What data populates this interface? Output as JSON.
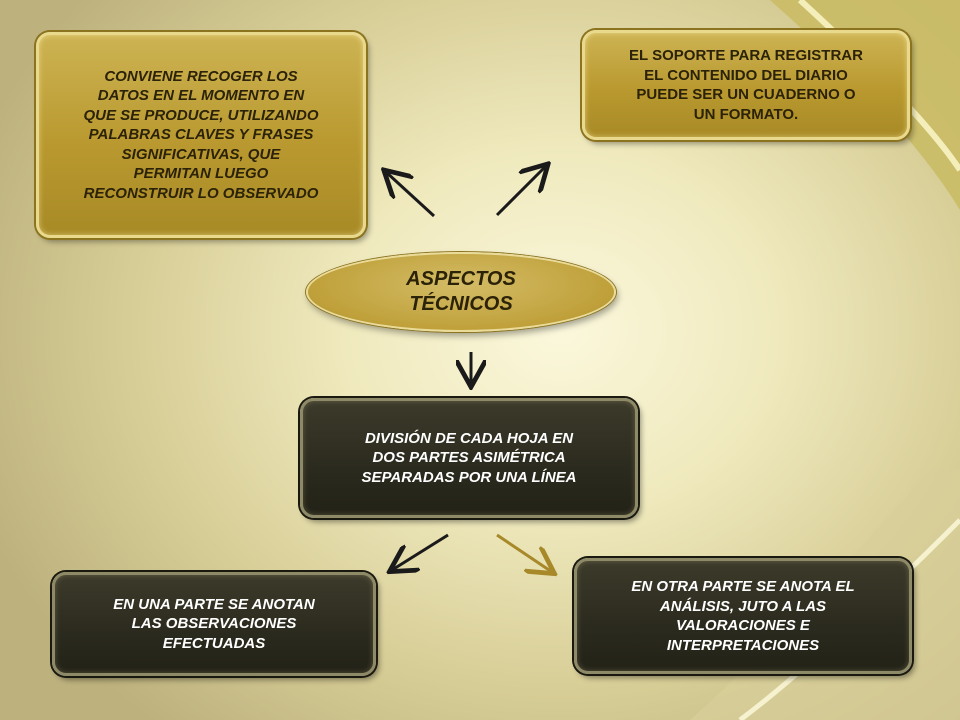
{
  "diagram": {
    "center": {
      "lines": [
        "ASPECTOS",
        "TÉCNICOS"
      ]
    },
    "top_left": {
      "lines": [
        "CONVIENE RECOGER LOS",
        "DATOS EN EL MOMENTO EN",
        "QUE SE PRODUCE, UTILIZANDO",
        "PALABRAS CLAVES Y FRASES",
        "SIGNIFICATIVAS, QUE",
        "PERMITAN LUEGO",
        "RECONSTRUIR LO OBSERVADO"
      ]
    },
    "top_right": {
      "lines": [
        "EL SOPORTE PARA REGISTRAR",
        "EL CONTENIDO DEL DIARIO",
        "PUEDE SER UN CUADERNO O",
        "UN FORMATO."
      ]
    },
    "middle": {
      "lines": [
        "DIVISIÓN DE CADA HOJA EN",
        "DOS PARTES ASIMÉTRICA",
        "SEPARADAS POR UNA LÍNEA"
      ]
    },
    "bottom_left": {
      "lines": [
        "EN UNA PARTE SE ANOTAN",
        "LAS OBSERVACIONES",
        "EFECTUADAS"
      ]
    },
    "bottom_right": {
      "lines": [
        "EN OTRA PARTE SE ANOTA EL",
        "ANÁLISIS, JUTO A LAS",
        "VALORACIONES E",
        "INTERPRETACIONES"
      ]
    }
  },
  "colors": {
    "gold_box": "#b9992f",
    "dark_box": "#2b2a1e",
    "arrow": "#1a1a1a",
    "arrow_accent": "#a8892a"
  }
}
